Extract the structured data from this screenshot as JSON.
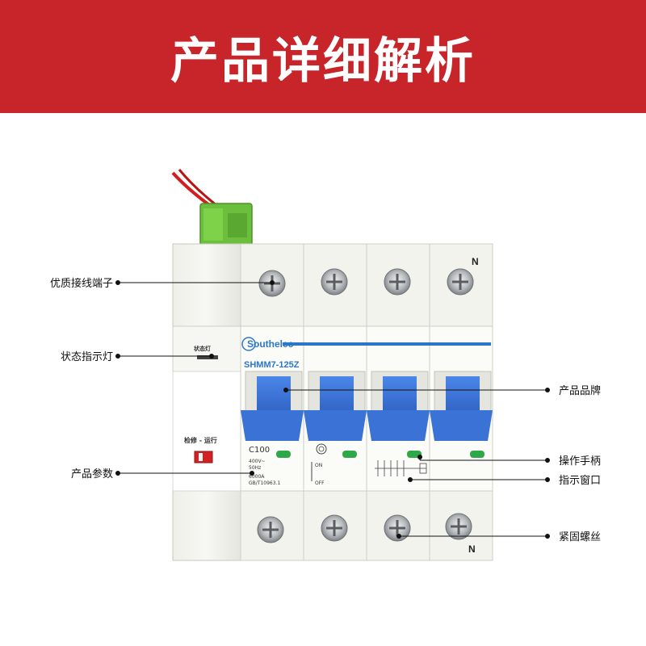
{
  "header": {
    "title": "产品详细解析"
  },
  "colors": {
    "banner": "#c8252b",
    "handle_blue": "#3a72d6",
    "brand_blue": "#2a77c9",
    "indicator_green": "#2fa84a",
    "terminal_green": "#6cbf3c",
    "status_red": "#d42020"
  },
  "device": {
    "brand": "Southelec",
    "model": "SHMM7-125Z",
    "rating": "C100",
    "voltage": "400V~",
    "frequency": "50Hz",
    "breaking_capacity": "6000A",
    "standard": "GB/T10963.1",
    "status_light_label": "状态灯",
    "mode_label": "检修 - 运行",
    "on_label": "ON",
    "off_label": "OFF",
    "neutral_top": "N",
    "neutral_bottom": "N"
  },
  "callouts": {
    "left": [
      {
        "label": "优质接线端子"
      },
      {
        "label": "状态指示灯"
      },
      {
        "label": "产品参数"
      }
    ],
    "right": [
      {
        "label": "产品品牌"
      },
      {
        "label": "操作手柄"
      },
      {
        "label": "指示窗口"
      },
      {
        "label": "紧固螺丝"
      }
    ]
  }
}
